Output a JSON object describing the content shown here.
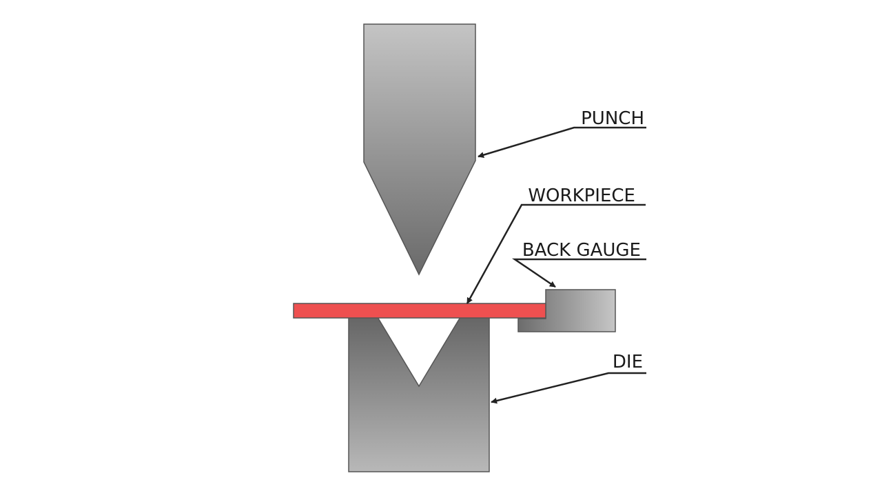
{
  "labels": {
    "punch": "PUNCH",
    "workpiece": "WORKPIECE",
    "back_gauge": "BACK GAUGE",
    "die": "DIE"
  },
  "colors": {
    "workpiece_fill": "#ee5050",
    "tool_dark": "#6a6a6a",
    "tool_light": "#c4c4c4",
    "outline": "#555555",
    "leader": "#222222"
  }
}
